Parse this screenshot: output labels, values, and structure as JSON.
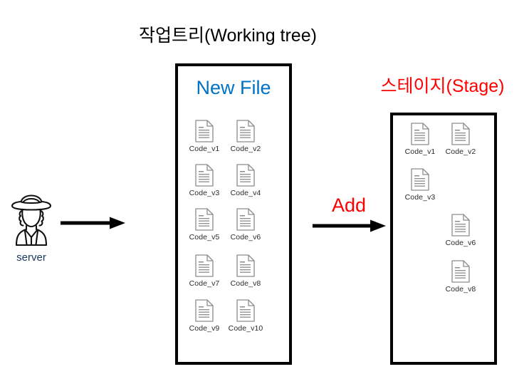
{
  "diagram": {
    "working_tree": {
      "title": "작업트리(Working tree)",
      "inner_label": "New File",
      "inner_label_color": "#0072c6",
      "border_color": "#000000",
      "files": [
        {
          "name": "Code_v1",
          "col": 0,
          "row": 0
        },
        {
          "name": "Code_v2",
          "col": 1,
          "row": 0
        },
        {
          "name": "Code_v3",
          "col": 0,
          "row": 1
        },
        {
          "name": "Code_v4",
          "col": 1,
          "row": 1
        },
        {
          "name": "Code_v5",
          "col": 0,
          "row": 2
        },
        {
          "name": "Code_v6",
          "col": 1,
          "row": 2
        },
        {
          "name": "Code_v7",
          "col": 0,
          "row": 3
        },
        {
          "name": "Code_v8",
          "col": 1,
          "row": 3
        },
        {
          "name": "Code_v9",
          "col": 0,
          "row": 4
        },
        {
          "name": "Code_v10",
          "col": 1,
          "row": 4
        }
      ]
    },
    "stage": {
      "title": "스테이지(Stage)",
      "title_color": "#ff0000",
      "border_color": "#000000",
      "files": [
        {
          "name": "Code_v1",
          "col": 0,
          "row": 0
        },
        {
          "name": "Code_v2",
          "col": 1,
          "row": 0
        },
        {
          "name": "Code_v3",
          "col": 0,
          "row": 1
        },
        {
          "name": "Code_v6",
          "col": 1,
          "row": 2
        },
        {
          "name": "Code_v8",
          "col": 1,
          "row": 3
        }
      ]
    },
    "server": {
      "label": "server",
      "label_color": "#17375e",
      "icon": "cowboy-person-icon"
    },
    "arrows": [
      {
        "name": "server-to-working-tree",
        "label": ""
      },
      {
        "name": "working-tree-to-stage",
        "label": "Add"
      }
    ],
    "add_label": "Add",
    "add_label_color": "#ff0000"
  }
}
